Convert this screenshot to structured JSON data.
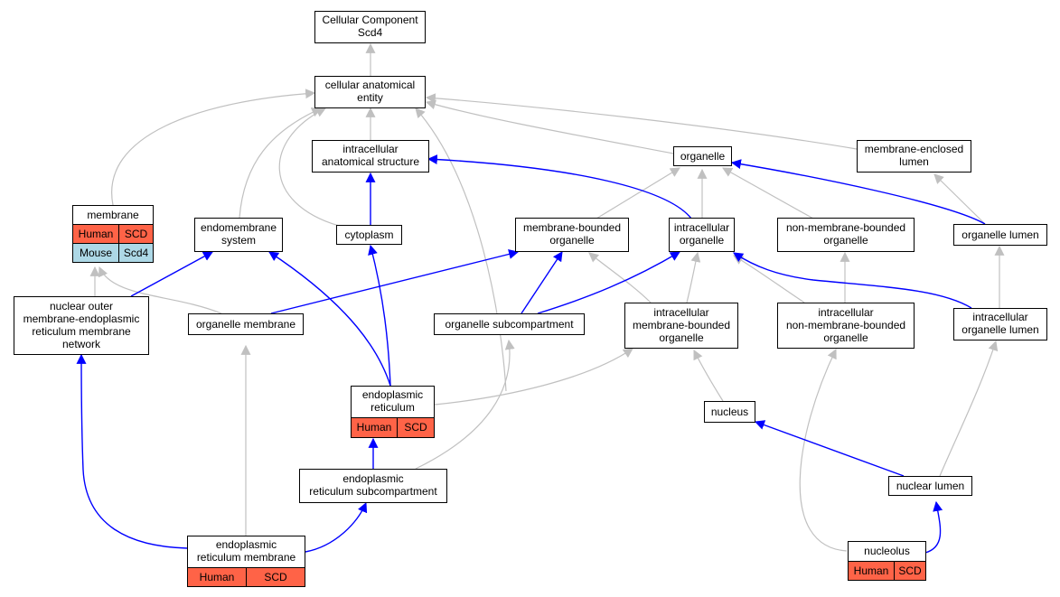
{
  "nodes": {
    "root": {
      "lines": [
        "Cellular Component",
        "Scd4"
      ]
    },
    "cae": {
      "lines": [
        "cellular anatomical",
        "entity"
      ]
    },
    "ias": {
      "lines": [
        "intracellular",
        "anatomical structure"
      ]
    },
    "organelle": {
      "lines": [
        "organelle"
      ]
    },
    "mel": {
      "lines": [
        "membrane-enclosed",
        "lumen"
      ]
    },
    "membrane": {
      "lines": [
        "membrane"
      ],
      "cells": [
        [
          "Human",
          "SCD"
        ],
        [
          "Mouse",
          "Scd4"
        ]
      ]
    },
    "endo": {
      "lines": [
        "endomembrane",
        "system"
      ]
    },
    "cyto": {
      "lines": [
        "cytoplasm"
      ]
    },
    "mbo": {
      "lines": [
        "membrane-bounded",
        "organelle"
      ]
    },
    "io": {
      "lines": [
        "intracellular",
        "organelle"
      ]
    },
    "nmbo": {
      "lines": [
        "non-membrane-bounded",
        "organelle"
      ]
    },
    "ol": {
      "lines": [
        "organelle lumen"
      ]
    },
    "nomer": {
      "lines": [
        "nuclear outer",
        "membrane-endoplasmic",
        "reticulum membrane",
        "network"
      ]
    },
    "om": {
      "lines": [
        "organelle membrane"
      ]
    },
    "os": {
      "lines": [
        "organelle subcompartment"
      ]
    },
    "imbo": {
      "lines": [
        "intracellular",
        "membrane-bounded",
        "organelle"
      ]
    },
    "inmbo": {
      "lines": [
        "intracellular",
        "non-membrane-bounded",
        "organelle"
      ]
    },
    "iol": {
      "lines": [
        "intracellular",
        "organelle lumen"
      ]
    },
    "er": {
      "lines": [
        "endoplasmic",
        "reticulum"
      ],
      "cells": [
        [
          "Human",
          "SCD"
        ]
      ]
    },
    "nucleus": {
      "lines": [
        "nucleus"
      ]
    },
    "ers": {
      "lines": [
        "endoplasmic",
        "reticulum subcompartment"
      ]
    },
    "nl": {
      "lines": [
        "nuclear lumen"
      ]
    },
    "erm": {
      "lines": [
        "endoplasmic",
        "reticulum membrane"
      ],
      "cells": [
        [
          "Human",
          "SCD"
        ]
      ]
    },
    "nucleolus": {
      "lines": [
        "nucleolus"
      ],
      "cells": [
        [
          "Human",
          "SCD"
        ]
      ]
    }
  },
  "colors": {
    "is_a_edge": "#c0c0c0",
    "part_of_edge": "#0000ff",
    "human_cell": "#ff6347",
    "mouse_cell": "#add8e6"
  }
}
